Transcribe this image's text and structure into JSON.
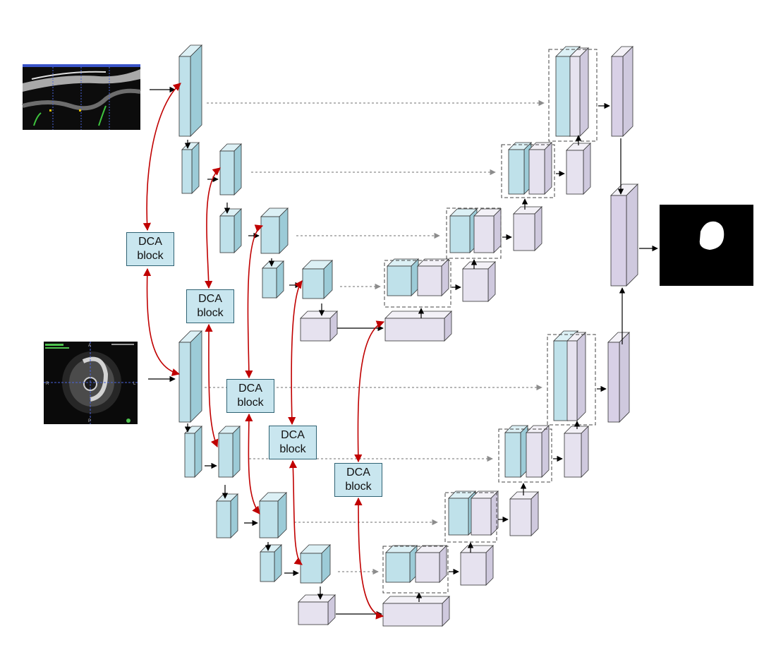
{
  "dca_blocks": [
    {
      "line1": "DCA",
      "line2": "block"
    },
    {
      "line1": "DCA",
      "line2": "block"
    },
    {
      "line1": "DCA",
      "line2": "block"
    },
    {
      "line1": "DCA",
      "line2": "block"
    },
    {
      "line1": "DCA",
      "line2": "block"
    }
  ],
  "inputs": [
    {
      "name": "longitudinal-oct-image"
    },
    {
      "name": "cross-sectional-oct-image",
      "labels": {
        "top": "A",
        "left": "R",
        "right": "L",
        "bottom": "P"
      }
    }
  ],
  "output": {
    "name": "segmentation-mask"
  },
  "colors": {
    "encoder_front": "#bfe1ea",
    "encoder_top": "#dcf0f5",
    "encoder_side": "#9ccbd7",
    "decoder_front": "#e6e2ef",
    "decoder_top": "#f3f1f7",
    "decoder_side": "#cfc9de",
    "deep_decoder_front": "#d8d0e6",
    "cube_stroke": "#333333",
    "dca_arrow": "#c00000",
    "skip_arrow": "#8c8c8c",
    "flow_arrow": "#000000"
  }
}
